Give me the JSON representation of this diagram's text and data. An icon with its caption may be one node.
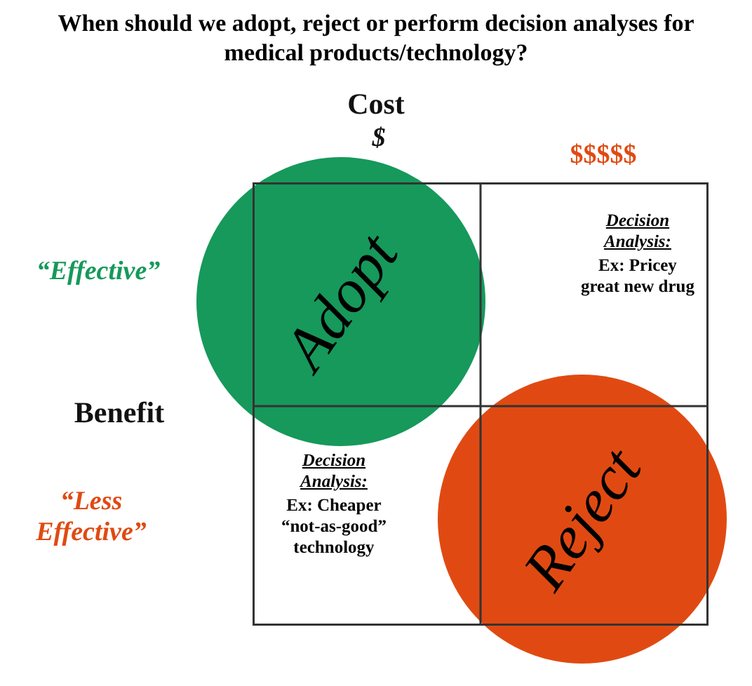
{
  "diagram": {
    "title": "When should we adopt, reject or perform decision analyses for medical products/technology?",
    "nodes": [
      {
        "text": [
          "Adopt"
        ]
      },
      {
        "text": [
          "Decision Analysis:",
          "Ex: Pricey great new drug"
        ]
      },
      {
        "text": [
          "Decision Analysis:",
          "Ex: Cheaper “not-as-good” technology"
        ]
      },
      {
        "text": [
          "Reject"
        ]
      }
    ],
    "labels": [
      "Cost",
      "$",
      "$$$$$",
      "“Effective”",
      "Benefit",
      "“Less Effective”"
    ]
  }
}
